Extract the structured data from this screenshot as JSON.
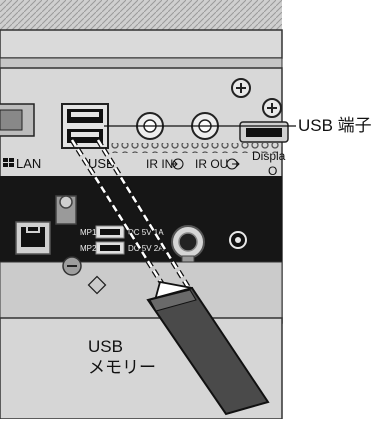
{
  "ports": {
    "lan": "LAN",
    "usb": "USB",
    "ir_in": "IR IN",
    "ir_out": "IR OU",
    "display_1": "Displa",
    "display_2": "O"
  },
  "usb_ports": {
    "mp1": "MP1",
    "mp2": "MP2",
    "rating_1": "DC 5V 1A",
    "rating_2": "DC 5V 2A"
  },
  "callouts": {
    "usb_terminal": "USB 端子",
    "usb_memory_line1": "USB",
    "usb_memory_line2": "メモリー"
  },
  "colors": {
    "panel": "#d4d4d4",
    "panel_dark": "#bdbdbd",
    "black_strip": "#161616",
    "line": "#111111"
  }
}
